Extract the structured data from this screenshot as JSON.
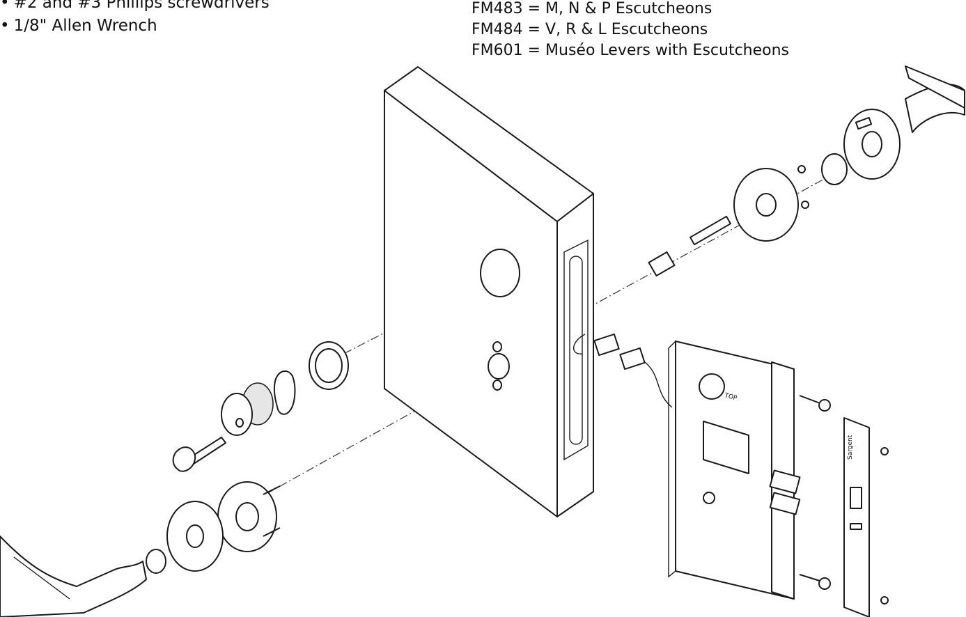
{
  "tools": {
    "items": [
      "#2 and #3 Phillips screwdrivers",
      "1/8\" Allen Wrench"
    ],
    "bullet": "•"
  },
  "models": {
    "items": [
      "FM483 = M, N & P Escutcheons",
      "FM484 = V, R & L Escutcheons",
      "FM601 = Muséo Levers with Escutcheons"
    ]
  },
  "diagram": {
    "case_label": "TOP",
    "faceplate_brand": "Sargent"
  }
}
